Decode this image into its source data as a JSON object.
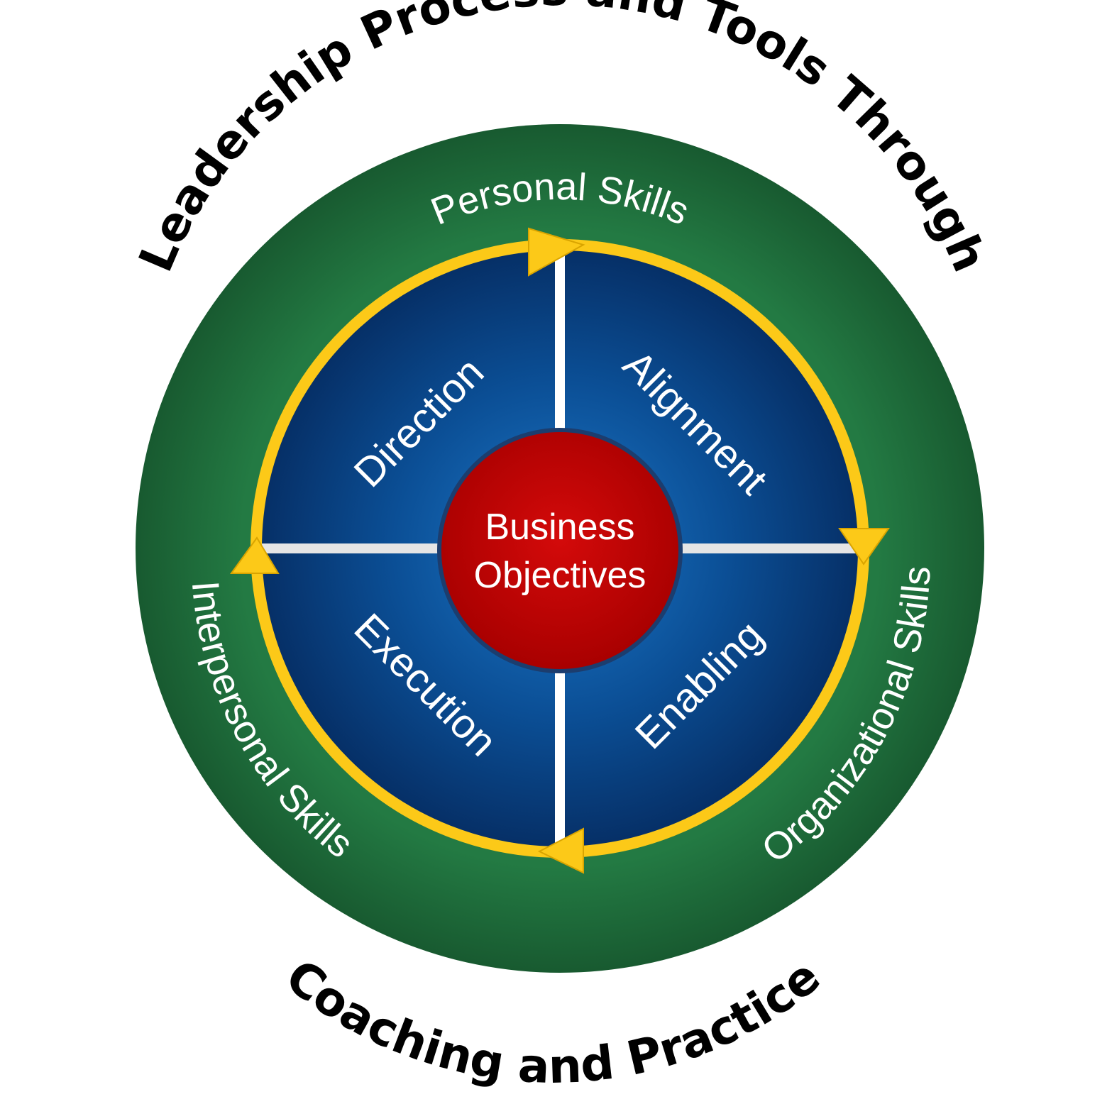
{
  "diagram": {
    "title_top": "Leadership Process and Tools Through",
    "title_bottom": "Coaching and Practice",
    "ring_labels": {
      "top": "Personal Skills",
      "right": "Organizational Skills",
      "left": "Interpersonal Skills"
    },
    "quadrants": {
      "top_left": "Direction",
      "top_right": "Alignment",
      "bottom_left": "Execution",
      "bottom_right": "Enabling"
    },
    "center": {
      "line1": "Business",
      "line2": "Objectives"
    }
  },
  "colors": {
    "outer_ring": "#1f6b3a",
    "inner_blue": "#0a4a8c",
    "cycle_arrow": "#fcc918",
    "center": "#c00000",
    "divider": "#ffffff"
  },
  "icons": {
    "cycle": "clockwise-arrow-cycle"
  }
}
